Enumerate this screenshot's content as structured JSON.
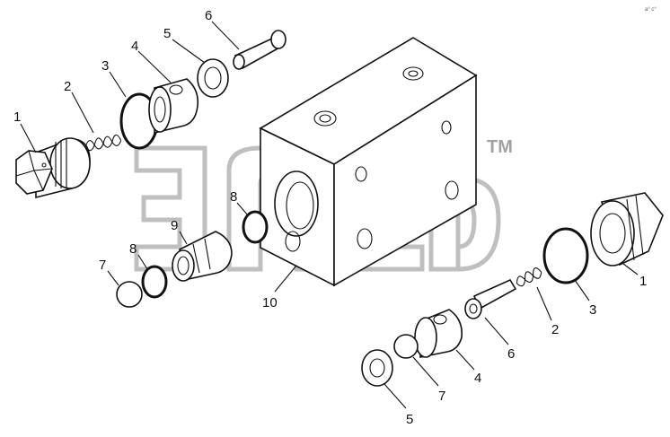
{
  "callouts": {
    "left_plug": "1",
    "left_spring": "2",
    "left_oring": "3",
    "left_sleeve": "4",
    "left_washer": "5",
    "top_pin": "6",
    "left_ball": "7",
    "left_small_ring": "8",
    "block_ring": "8",
    "adapter": "9",
    "body": "10",
    "right_plug": "1",
    "right_spring": "2",
    "right_oring": "3",
    "right_sleeve": "4",
    "right_washer": "5",
    "right_pin": "6",
    "right_ball": "7"
  },
  "watermark": {
    "trademark": "TM",
    "corner_mark": "a° c°"
  },
  "colors": {
    "line": "#111111",
    "watermark": "#8c8c8c",
    "background": "#ffffff"
  }
}
